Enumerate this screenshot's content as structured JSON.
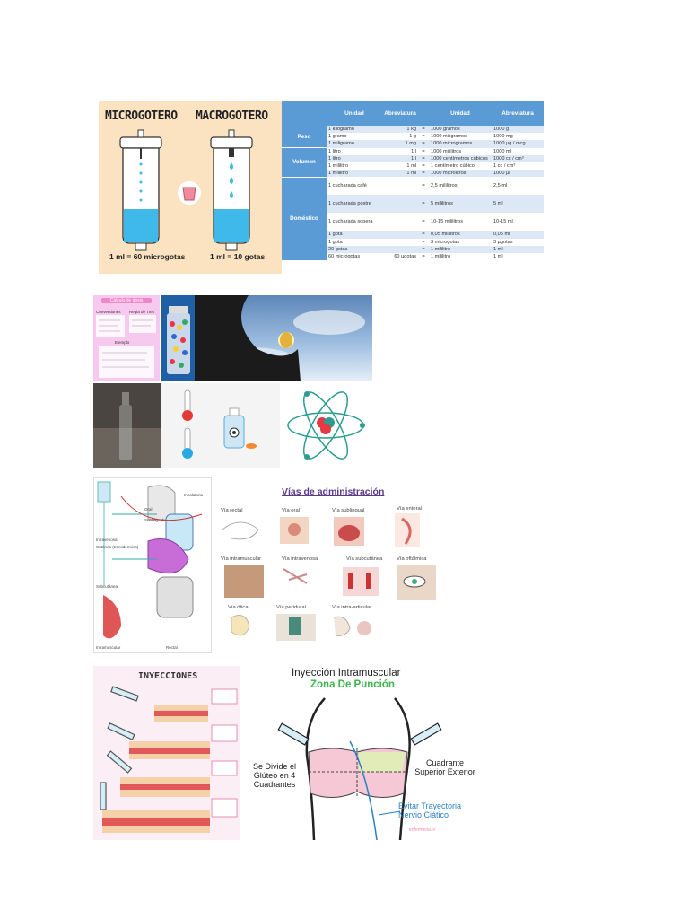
{
  "drip_panel": {
    "micro_title": "MICROGOTERO",
    "macro_title": "MACROGOTERO",
    "micro_caption": "1 ml = 60 microgotas",
    "macro_caption": "1 ml = 10 gotas",
    "bg_color": "#fbe3c2",
    "fluid_color": "#3fb8ea"
  },
  "units_table": {
    "headers": [
      "Unidad",
      "Abreviatura",
      "Unidad",
      "Abreviatura"
    ],
    "groups": [
      {
        "category": "Peso",
        "rows": [
          [
            "1 kilogramo",
            "1 kg",
            "=",
            "1000 gramos",
            "1000 g"
          ],
          [
            "1 gramo",
            "1 g",
            "=",
            "1000 miligramos",
            "1000 mg"
          ],
          [
            "1 miligramo",
            "1 mg",
            "=",
            "1000 microgramos",
            "1000 µg / mcg"
          ]
        ]
      },
      {
        "category": "Volumen",
        "rows": [
          [
            "1 litro",
            "1 l",
            "=",
            "1000 mililitros",
            "1000 ml"
          ],
          [
            "1 litro",
            "1 l",
            "=",
            "1000 centímetros cúbicos",
            "1000 cc / cm³"
          ],
          [
            "1 mililitro",
            "1 ml",
            "=",
            "1 centímetro cúbico",
            "1 cc / cm³"
          ],
          [
            "1 mililitro",
            "1 ml",
            "=",
            "1000 microlitros",
            "1000 µl"
          ]
        ]
      },
      {
        "category": "Doméstico",
        "rows": [
          [
            "1 cucharada café",
            "",
            "=",
            "2,5 mililitros",
            "2,5 ml"
          ],
          [
            "1 cucharada postre",
            "",
            "=",
            "5 mililitros",
            "5 ml"
          ],
          [
            "1 cucharada sopera",
            "",
            "=",
            "10-15 mililitros",
            "10-15 ml"
          ],
          [
            "1 gota",
            "",
            "=",
            "0,05 mililitros",
            "0,05 ml"
          ],
          [
            "1 gota",
            "",
            "=",
            "3 microgotas",
            "3 µgotas"
          ],
          [
            "20 gotas",
            "",
            "=",
            "1 mililitro",
            "1 ml"
          ],
          [
            "60 microgotas",
            "60 µgotas",
            "=",
            "1 mililitro",
            "1 ml"
          ]
        ]
      }
    ],
    "header_color": "#5b9bd5",
    "alt_row_color": "#dce8f6"
  },
  "collage": {
    "calc_card_title": "Cálculo de dosis",
    "calc_labels": [
      "Conversiones",
      "Regla de Tres",
      "Ejemplo"
    ]
  },
  "vias": {
    "title": "Vías de administración",
    "items": [
      "Vía rectal",
      "Vía oral",
      "Vía sublingual",
      "Vía enteral",
      "Vía intramuscular",
      "Vía intravenosa",
      "Vía subcutánea",
      "Vía oftálmica",
      "Vía ótica",
      "Vía peridural",
      "Vía intra-articular"
    ],
    "diagram_labels": [
      "Intravenosa",
      "Cutánea (transdérmica)",
      "Subcutánea",
      "Intramuscular",
      "Oral",
      "Sublingual",
      "Inhalatoria",
      "Rectal"
    ]
  },
  "injections": {
    "title": "INYECCIONES"
  },
  "im_panel": {
    "title": "Inyección Intramuscular",
    "subtitle": "Zona De Punción",
    "left_text": "Se Divide el Glúteo en 4 Cuadrantes",
    "right_text": "Cuadrante Superior Exterior",
    "nerve_text": "Evitar Trayectoria Nervio Ciático",
    "watermark": "enfermeria.io",
    "subtitle_color": "#3ab54a",
    "nerve_color": "#2a7fc8"
  }
}
